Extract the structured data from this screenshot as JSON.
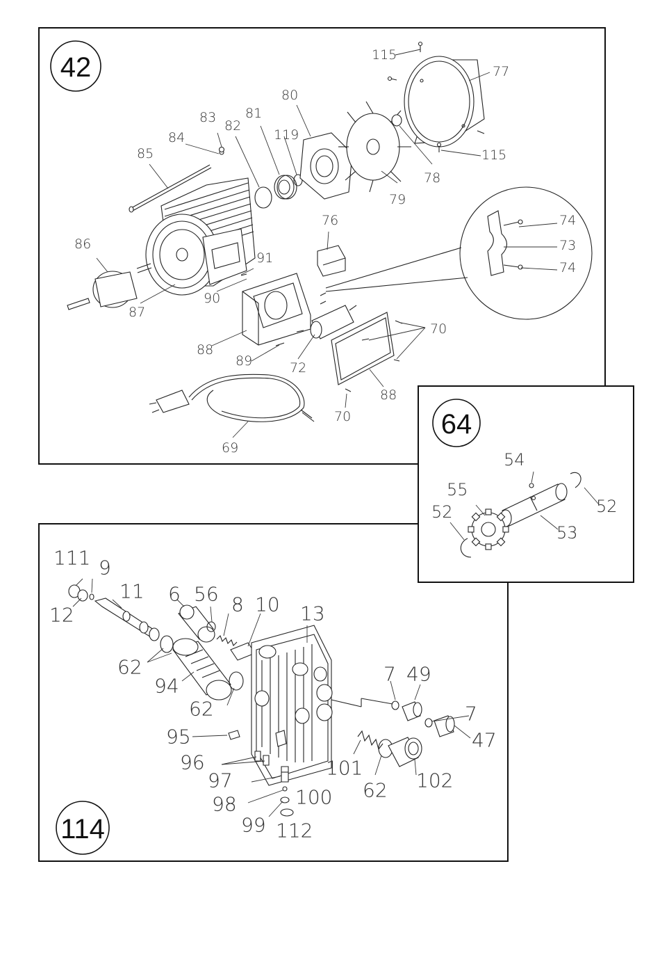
{
  "panels": {
    "p42": {
      "badge": "42",
      "labels": [
        "115",
        "77",
        "80",
        "83",
        "84",
        "81",
        "82",
        "119",
        "85",
        "78",
        "115",
        "79",
        "74",
        "73",
        "74",
        "76",
        "86",
        "91",
        "87",
        "90",
        "88",
        "70",
        "89",
        "72",
        "88",
        "70",
        "69"
      ]
    },
    "p64": {
      "badge": "64",
      "labels": [
        "54",
        "55",
        "52",
        "52",
        "53"
      ]
    },
    "p114": {
      "badge": "114",
      "labels": [
        "111",
        "9",
        "11",
        "12",
        "6",
        "56",
        "8",
        "10",
        "13",
        "62",
        "94",
        "62",
        "7",
        "49",
        "7",
        "47",
        "95",
        "96",
        "97",
        "101",
        "62",
        "102",
        "98",
        "100",
        "99",
        "112"
      ]
    }
  }
}
